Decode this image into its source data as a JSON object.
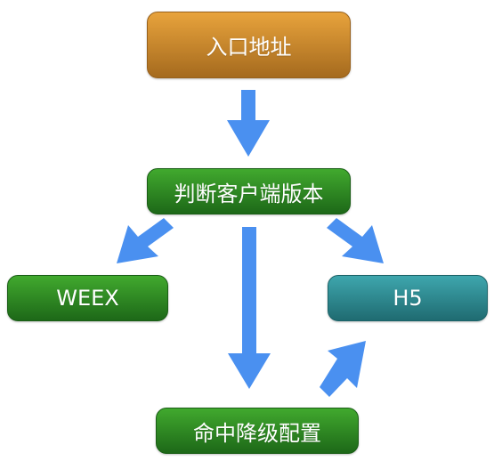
{
  "nodes": {
    "entry": "入口地址",
    "check_version": "判断客户端版本",
    "weex": "WEEX",
    "h5": "H5",
    "degrade": "命中降级配置"
  },
  "colors": {
    "arrow": "#4a90f0",
    "orange_top": "#e8a33c",
    "orange_bottom": "#a56a1e",
    "green_top": "#41a92e",
    "green_bottom": "#1d6818",
    "teal_top": "#3ea6ad",
    "teal_bottom": "#1f6b71"
  }
}
